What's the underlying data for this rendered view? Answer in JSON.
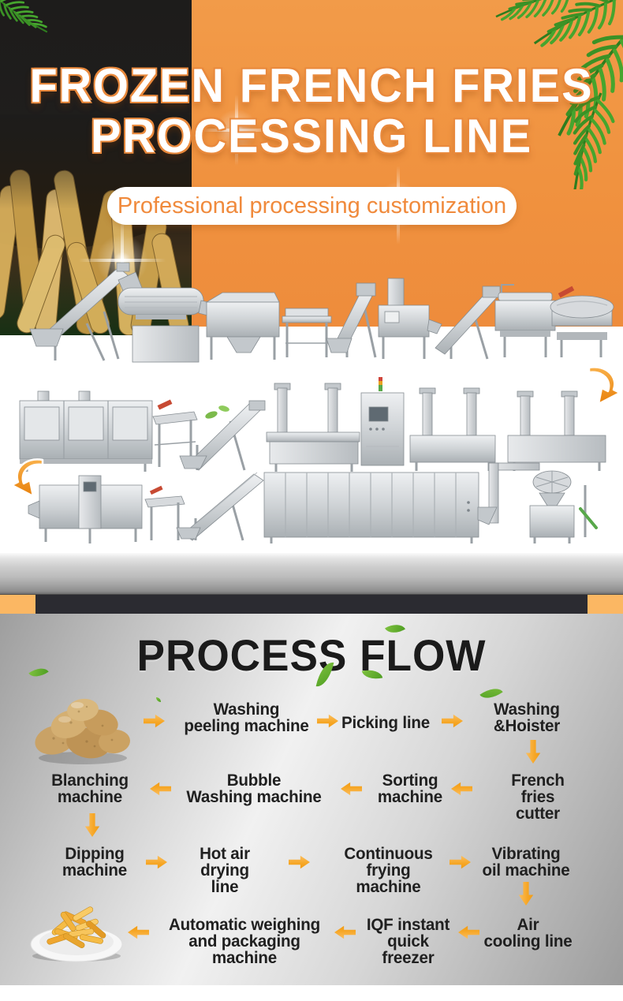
{
  "hero": {
    "title_line1": "FROZEN FRENCH FRIES",
    "title_line2": "PROCESSING LINE",
    "subtitle": "Professional processing customization"
  },
  "process_flow": {
    "section_title": "PROCESS FLOW",
    "start_item": "potatoes",
    "end_item": "plate-of-french-fries",
    "rows": [
      {
        "direction": "right",
        "steps": [
          {
            "line1": "Washing",
            "line2": "peeling  machine"
          },
          {
            "line1": "Picking line",
            "line2": ""
          },
          {
            "line1": "Washing",
            "line2": "&Hoister"
          }
        ]
      },
      {
        "direction": "left",
        "steps": [
          {
            "line1": "French",
            "line2": "fries cutter"
          },
          {
            "line1": "Sorting",
            "line2": "machine"
          },
          {
            "line1": "Bubble",
            "line2": "Washing machine"
          },
          {
            "line1": "Blanching",
            "line2": "machine"
          }
        ]
      },
      {
        "direction": "right",
        "steps": [
          {
            "line1": "Dipping",
            "line2": "machine"
          },
          {
            "line1": "Hot air",
            "line2": "drying line"
          },
          {
            "line1": "Continuous",
            "line2": "frying machine"
          },
          {
            "line1": "Vibrating",
            "line2": "oil machine"
          }
        ]
      },
      {
        "direction": "left",
        "steps": [
          {
            "line1": "Air",
            "line2": "cooling line"
          },
          {
            "line1": "IQF instant",
            "line2": "quick freezer"
          },
          {
            "line1": "Automatic weighing",
            "line2": "and packaging machine"
          }
        ]
      }
    ]
  },
  "colors": {
    "accent_orange": "#F0923F",
    "arrow_orange": "#F6A625",
    "dark_bar": "#2B2B31",
    "leaf_green": "#4E9E22"
  }
}
